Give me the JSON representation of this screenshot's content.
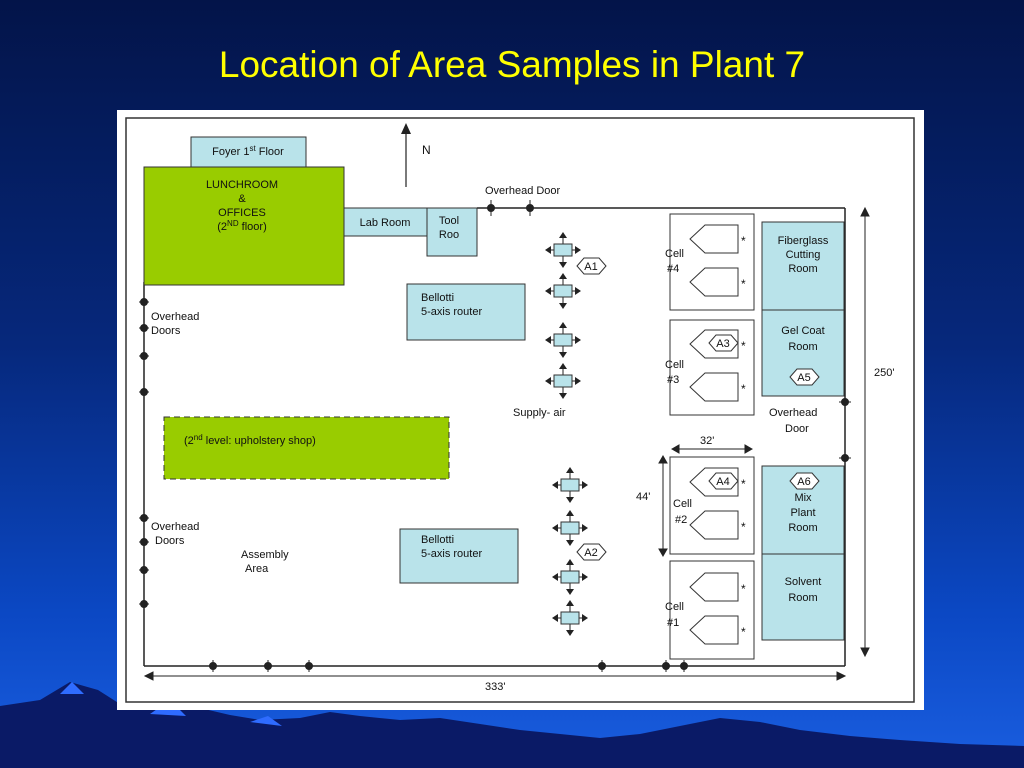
{
  "slide": {
    "title": "Location of Area Samples in Plant 7"
  },
  "plan": {
    "north": "N",
    "rooms": {
      "foyer": {
        "text": "Foyer 1",
        "sup": "st",
        "tail": " Floor"
      },
      "lunchroom": {
        "line1": "LUNCHROOM",
        "line2": "&",
        "line3": "OFFICES",
        "line4_pre": "(2",
        "line4_sup": "ND",
        "line4_post": " floor)"
      },
      "lab_room": "Lab Room",
      "tool_room": {
        "line1": "Tool",
        "line2": "Roo"
      },
      "fiberglass": {
        "line1": "Fiberglass",
        "line2": "Cutting",
        "line3": "Room"
      },
      "gel_coat": {
        "line1": "Gel Coat",
        "line2": "Room"
      },
      "mix_plant": {
        "line1": "Mix",
        "line2": "Plant",
        "line3": "Room"
      },
      "solvent": {
        "line1": "Solvent",
        "line2": "Room"
      },
      "upholstery": {
        "pre": "(2",
        "sup": "nd",
        "post": " level: upholstery shop)"
      }
    },
    "routers": [
      {
        "line1": "Bellotti",
        "line2": "5-axis router"
      },
      {
        "line1": "Bellotti",
        "line2": "5-axis router"
      }
    ],
    "labels": {
      "overhead_door_top": "Overhead Door",
      "overhead_doors_left_1": {
        "line1": "Overhead",
        "line2": "Doors"
      },
      "overhead_doors_left_2": {
        "line1": "Overhead",
        "line2": "Doors"
      },
      "overhead_door_right": {
        "line1": "Overhead",
        "line2": "Door"
      },
      "supply_air": "Supply- air",
      "assembly": {
        "line1": "Assembly",
        "line2": "Area"
      }
    },
    "cells": [
      {
        "line1": "Cell",
        "line2": "#4"
      },
      {
        "line1": "Cell",
        "line2": "#3"
      },
      {
        "line1": "Cell",
        "line2": "#2"
      },
      {
        "line1": "Cell",
        "line2": "#1"
      }
    ],
    "samples": [
      "A1",
      "A2",
      "A3",
      "A4",
      "A5",
      "A6"
    ],
    "star": "*",
    "dimensions": {
      "width": "333'",
      "height": "250'",
      "cell_width": "32'",
      "cell_height": "44'"
    }
  }
}
